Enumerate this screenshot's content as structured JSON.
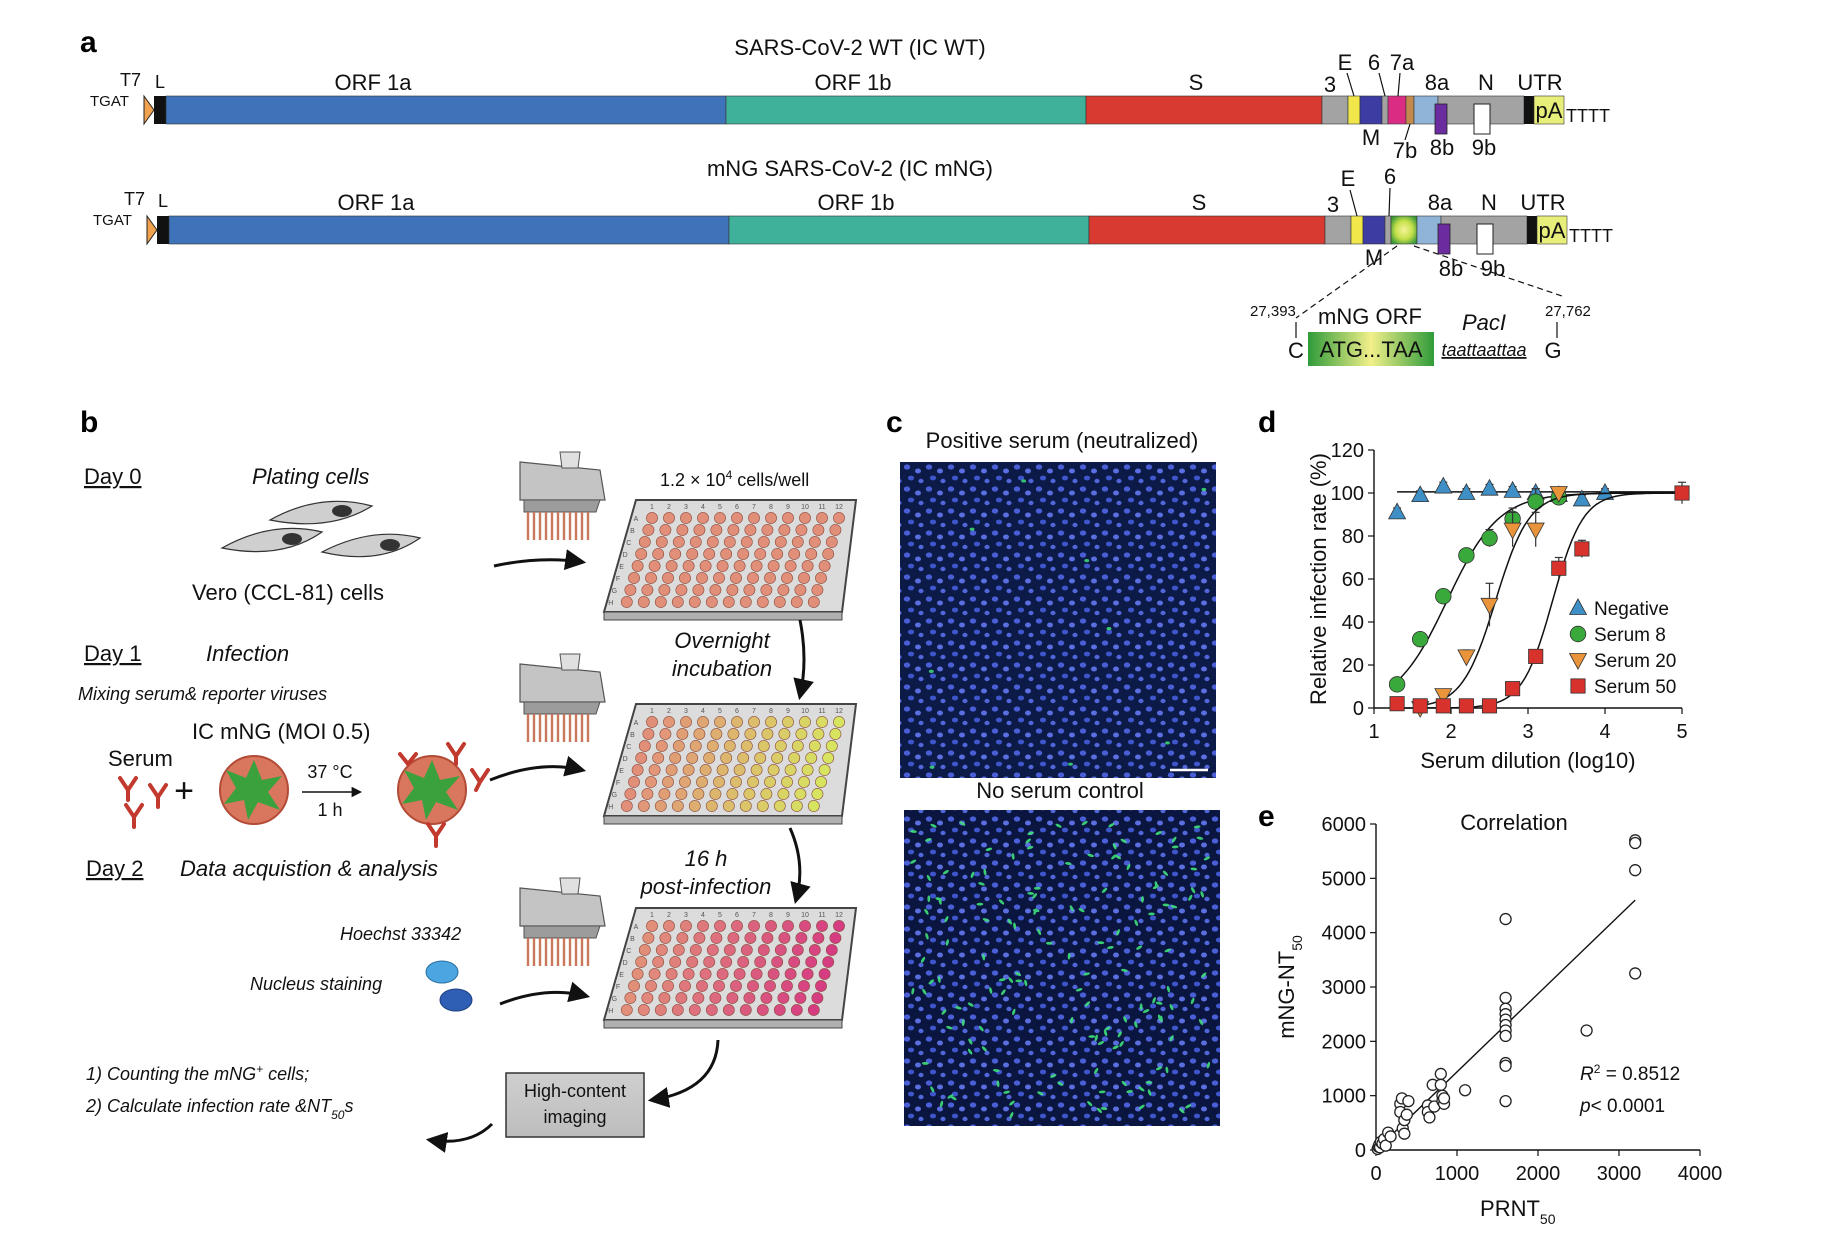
{
  "panel_a": {
    "letter": "a",
    "wt": {
      "title": "SARS-CoV-2 WT (IC WT)",
      "t7": "T7",
      "tgat": "TGAT",
      "l": "L",
      "orf1a": "ORF 1a",
      "orf1b": "ORF 1b",
      "s": "S",
      "n3": "3",
      "e": "E",
      "m": "M",
      "n6": "6",
      "n7a": "7a",
      "n7b": "7b",
      "n8a": "8a",
      "n8b": "8b",
      "n": "N",
      "n9b": "9b",
      "utr": "UTR",
      "pa": "pA",
      "tttt": "TTTT"
    },
    "mng": {
      "title": "mNG SARS-CoV-2 (IC mNG)",
      "t7": "T7",
      "tgat": "TGAT",
      "l": "L",
      "orf1a": "ORF 1a",
      "orf1b": "ORF 1b",
      "s": "S",
      "n3": "3",
      "e": "E",
      "m": "M",
      "n6": "6",
      "n8a": "8a",
      "n8b": "8b",
      "n": "N",
      "n9b": "9b",
      "utr": "UTR",
      "pa": "pA",
      "tttt": "TTTT"
    },
    "insert": {
      "pos_start": "27,393",
      "pos_end": "27,762",
      "orf_label": "mNG ORF",
      "paci": "PacI",
      "c": "C",
      "seq": "ATG...TAA",
      "site": "taattaattaa",
      "g": "G"
    }
  },
  "panel_b": {
    "letter": "b",
    "day0": "Day 0",
    "plating": "Plating cells",
    "vero": "Vero (CCL-81) cells",
    "density_prefix": "1.2 × 10",
    "density_exp": "4",
    "density_suffix": " cells/well",
    "overnight_1": "Overnight",
    "overnight_2": "incubation",
    "day1": "Day 1",
    "infection": "Infection",
    "mixing": "Mixing serum& reporter viruses",
    "serum": "Serum",
    "ic_mng": "IC mNG (MOI 0.5)",
    "temp": "37 °C",
    "time": "1 h",
    "post_1": "16 h",
    "post_2": "post-infection",
    "day2": "Day 2",
    "data_acq": "Data acquistion & analysis",
    "hoechst": "Hoechst 33342",
    "nucleus": "Nucleus staining",
    "step1_a": "1) Counting the mNG",
    "step1_sup": "+",
    "step1_b": " cells;",
    "step2_a": "2) Calculate infection rate &NT",
    "step2_sub": "50",
    "step2_b": "s",
    "hci_1": "High-content",
    "hci_2": "imaging",
    "plate_cols": [
      "1",
      "2",
      "3",
      "4",
      "5",
      "6",
      "7",
      "8",
      "9",
      "10",
      "11",
      "12"
    ],
    "plate_rows": [
      "A",
      "B",
      "C",
      "D",
      "E",
      "F",
      "G",
      "H"
    ]
  },
  "panel_c": {
    "letter": "c",
    "top_title": "Positive serum (neutralized)",
    "bottom_title": "No serum control"
  },
  "panel_d": {
    "letter": "d"
  },
  "panel_e": {
    "letter": "e"
  },
  "colors": {
    "orf1a": "#3f73b9",
    "orf1b": "#3fb09a",
    "spike": "#d83a32",
    "grey": "#a3a3a3",
    "yellow": "#f1e64a",
    "navy": "#3c3ca2",
    "pink": "#db2c84",
    "purple": "#6a2c9e",
    "mng_green": "#2f9b3a",
    "negative": "#3e8fc6",
    "serum8": "#3aa93c",
    "serum20": "#e9943a",
    "serum50": "#d7322c"
  },
  "chart_data": [
    {
      "type": "scatter",
      "title": "",
      "xlabel": "Serum dilution (log10)",
      "ylabel": "Relative infection rate (%)",
      "xlim": [
        1,
        5
      ],
      "ylim": [
        0,
        120
      ],
      "xticks": [
        1,
        2,
        3,
        4,
        5
      ],
      "yticks": [
        0,
        20,
        40,
        60,
        80,
        100,
        120
      ],
      "legend_position": "center-right",
      "grid": false,
      "series": [
        {
          "name": "Negative",
          "marker": "triangle-up",
          "x": [
            1.3,
            1.6,
            1.9,
            2.2,
            2.5,
            2.8,
            3.1,
            3.4,
            3.7,
            4.0
          ],
          "y": [
            91,
            99,
            103,
            100,
            102,
            101,
            100,
            99,
            97,
            100
          ],
          "err": [
            2,
            2,
            2,
            2,
            2,
            2,
            2,
            2,
            2,
            2
          ],
          "fit": {
            "bottom": 0,
            "top": 100.5,
            "logIC50": -0.3,
            "hill": 2.5
          }
        },
        {
          "name": "Serum 8",
          "marker": "circle",
          "x": [
            1.3,
            1.6,
            1.9,
            2.2,
            2.5,
            2.8,
            3.1,
            3.4
          ],
          "y": [
            11,
            32,
            52,
            71,
            79,
            88,
            96,
            98
          ],
          "err": [
            2,
            2,
            3,
            3,
            4,
            5,
            6,
            2
          ],
          "fit": {
            "bottom": 0,
            "top": 100,
            "logIC50": 1.95,
            "hill": 1.3
          }
        },
        {
          "name": "Serum 20",
          "marker": "triangle-down",
          "x": [
            1.6,
            1.9,
            2.2,
            2.5,
            2.8,
            3.1,
            3.4
          ],
          "y": [
            0,
            6,
            24,
            48,
            83,
            83,
            100
          ],
          "err": [
            1,
            2,
            3,
            10,
            8,
            8,
            2
          ],
          "fit": {
            "bottom": 0,
            "top": 100,
            "logIC50": 2.58,
            "hill": 2.0
          }
        },
        {
          "name": "Serum 50",
          "marker": "square",
          "x": [
            1.3,
            1.6,
            1.9,
            2.2,
            2.5,
            2.8,
            3.1,
            3.4,
            3.7,
            5.0
          ],
          "y": [
            2,
            1,
            1,
            1,
            1,
            9,
            24,
            65,
            74,
            100
          ],
          "err": [
            1,
            1,
            1,
            1,
            1,
            2,
            3,
            5,
            4,
            5
          ],
          "fit": {
            "bottom": 0,
            "top": 100,
            "logIC50": 3.32,
            "hill": 2.2
          }
        }
      ]
    },
    {
      "type": "scatter",
      "title": "Correlation",
      "xlabel": "PRNT",
      "xlabel_sub": "50",
      "ylabel": "mNG-NT",
      "ylabel_sub": "50",
      "xlim": [
        0,
        4000
      ],
      "ylim": [
        0,
        6000
      ],
      "xticks": [
        0,
        1000,
        2000,
        3000,
        4000
      ],
      "yticks": [
        0,
        1000,
        2000,
        3000,
        4000,
        5000,
        6000
      ],
      "annotation_r2_prefix": "R",
      "annotation_r2_sup": "2",
      "annotation_r2_value": " = 0.8512",
      "annotation_p_prefix": "p",
      "annotation_p_value": "< 0.0001",
      "regression": {
        "x": [
          0,
          3200
        ],
        "y": [
          0,
          4600
        ]
      },
      "points": [
        [
          20,
          20
        ],
        [
          30,
          60
        ],
        [
          40,
          100
        ],
        [
          50,
          50
        ],
        [
          60,
          150
        ],
        [
          80,
          120
        ],
        [
          100,
          200
        ],
        [
          120,
          80
        ],
        [
          150,
          320
        ],
        [
          180,
          250
        ],
        [
          300,
          850
        ],
        [
          300,
          700
        ],
        [
          320,
          950
        ],
        [
          330,
          400
        ],
        [
          350,
          550
        ],
        [
          350,
          300
        ],
        [
          380,
          650
        ],
        [
          400,
          900
        ],
        [
          640,
          820
        ],
        [
          640,
          700
        ],
        [
          660,
          600
        ],
        [
          700,
          1200
        ],
        [
          720,
          800
        ],
        [
          800,
          1400
        ],
        [
          800,
          1200
        ],
        [
          820,
          1000
        ],
        [
          820,
          900
        ],
        [
          840,
          850
        ],
        [
          840,
          950
        ],
        [
          1100,
          1100
        ],
        [
          1600,
          4250
        ],
        [
          1600,
          2800
        ],
        [
          1600,
          2600
        ],
        [
          1600,
          2500
        ],
        [
          1600,
          2400
        ],
        [
          1600,
          2300
        ],
        [
          1600,
          2200
        ],
        [
          1600,
          2100
        ],
        [
          1600,
          1600
        ],
        [
          1600,
          1550
        ],
        [
          1600,
          900
        ],
        [
          2600,
          2200
        ],
        [
          3200,
          5700
        ],
        [
          3200,
          5650
        ],
        [
          3200,
          5150
        ],
        [
          3200,
          3250
        ]
      ]
    }
  ]
}
